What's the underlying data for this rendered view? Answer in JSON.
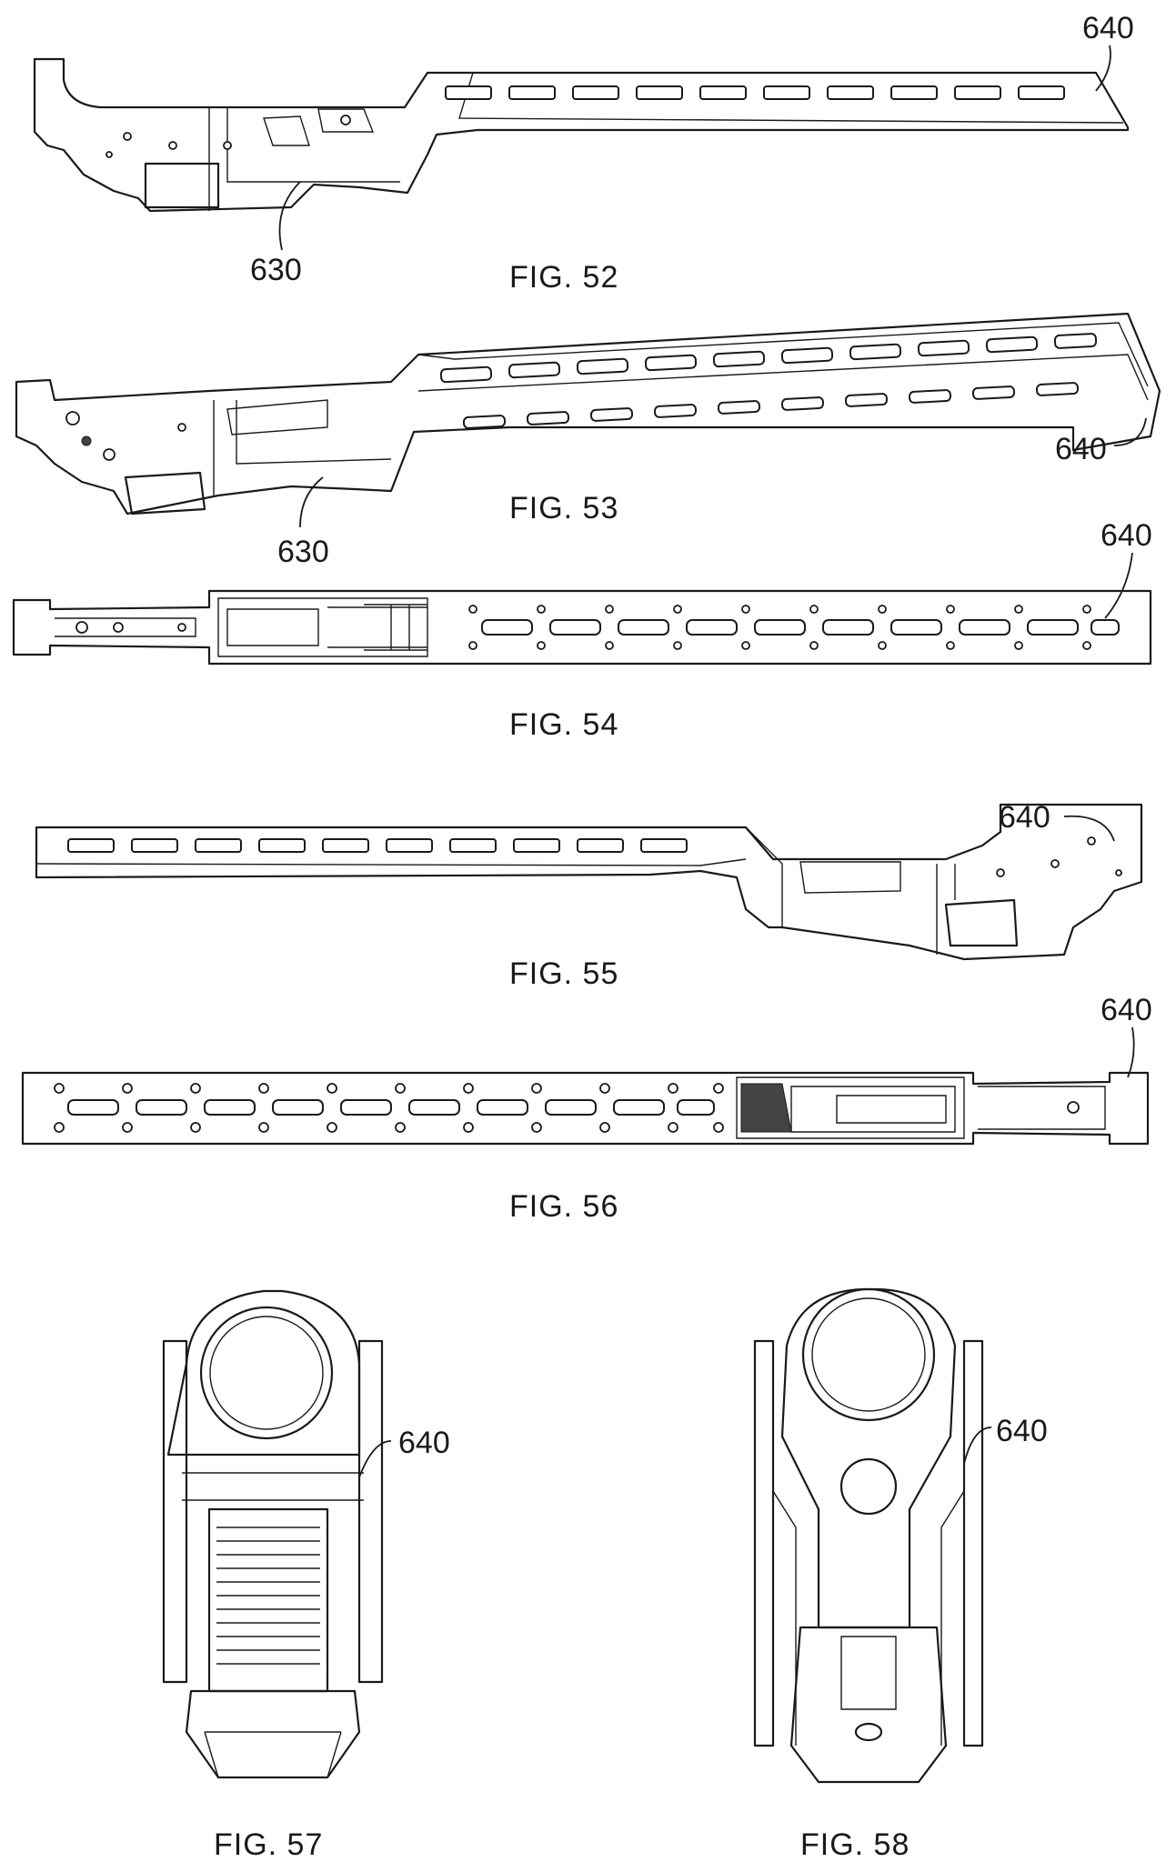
{
  "figures": [
    {
      "id": "fig52",
      "caption": "FIG. 52",
      "refs": [
        "640",
        "630"
      ]
    },
    {
      "id": "fig53",
      "caption": "FIG. 53",
      "refs": [
        "640",
        "630"
      ]
    },
    {
      "id": "fig54",
      "caption": "FIG. 54",
      "refs": [
        "640"
      ]
    },
    {
      "id": "fig55",
      "caption": "FIG. 55",
      "refs": [
        "640"
      ]
    },
    {
      "id": "fig56",
      "caption": "FIG. 56",
      "refs": [
        "640"
      ]
    },
    {
      "id": "fig57",
      "caption": "FIG. 57",
      "refs": [
        "640"
      ]
    },
    {
      "id": "fig58",
      "caption": "FIG. 58",
      "refs": [
        "640"
      ]
    }
  ]
}
